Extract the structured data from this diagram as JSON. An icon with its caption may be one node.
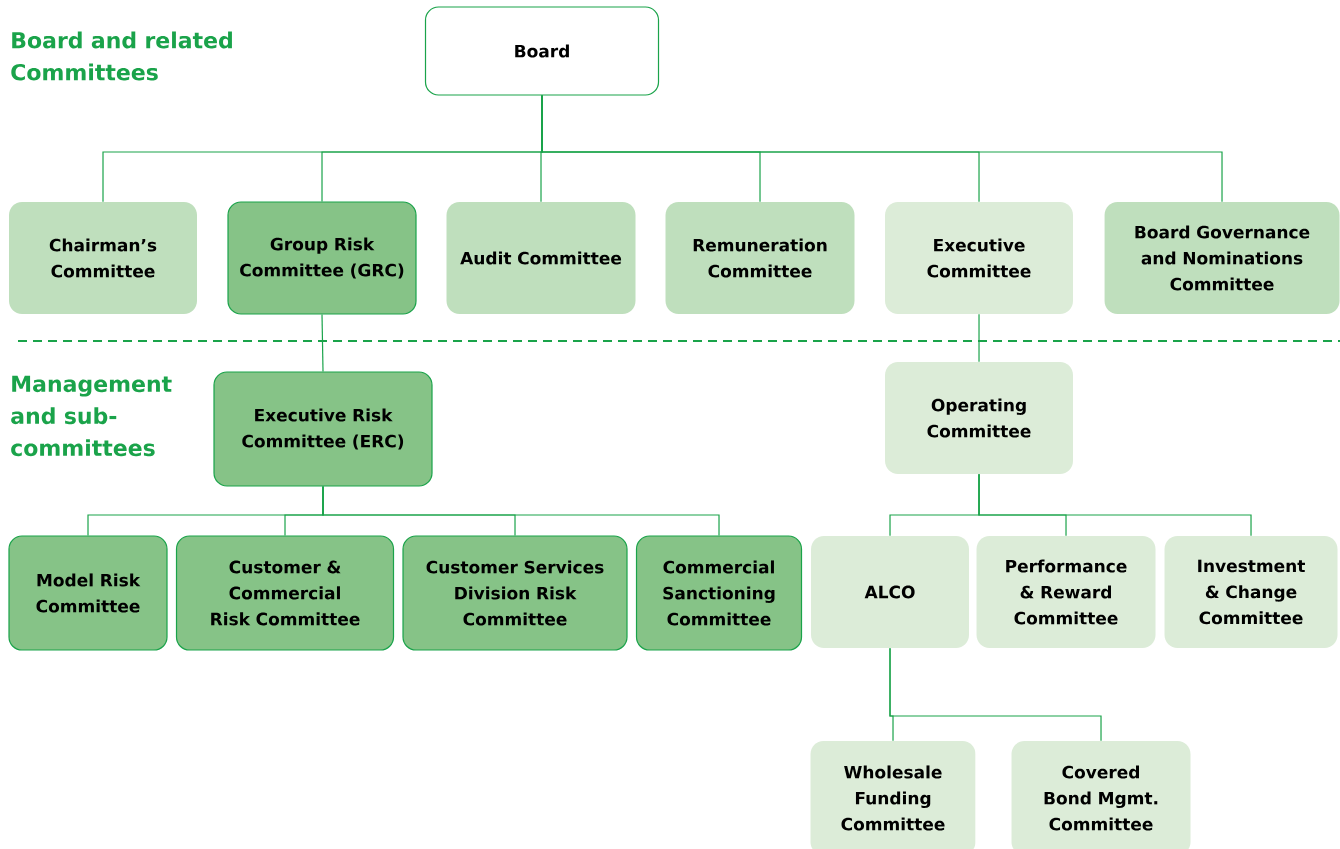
{
  "diagram": {
    "nodes": [
      {
        "text": [
          "Board"
        ]
      },
      {
        "text": [
          "Chairman’s Committee"
        ]
      },
      {
        "text": [
          "Group Risk Committee (GRC)"
        ]
      },
      {
        "text": [
          "Audit Committee"
        ]
      },
      {
        "text": [
          "Remuneration Committee"
        ]
      },
      {
        "text": [
          "Executive Committee"
        ]
      },
      {
        "text": [
          "Board Governance and Nominations Committee"
        ]
      },
      {
        "text": [
          "Executive Risk Committee (ERC)"
        ]
      },
      {
        "text": [
          "Operating Committee"
        ]
      },
      {
        "text": [
          "Model Risk Committee"
        ]
      },
      {
        "text": [
          "Customer & Commercial Risk Committee"
        ]
      },
      {
        "text": [
          "Customer Services Division Risk Committee"
        ]
      },
      {
        "text": [
          "Commercial Sanctioning Committee"
        ]
      },
      {
        "text": [
          "ALCO"
        ]
      },
      {
        "text": [
          "Performance & Reward Committee"
        ]
      },
      {
        "text": [
          "Investment & Change Committee"
        ]
      },
      {
        "text": [
          "Wholesale Funding Committee"
        ]
      },
      {
        "text": [
          "Covered Bond Mgmt. Committee"
        ]
      }
    ],
    "edges": [
      {
        "from": 0,
        "to": 1,
        "arrow": "none"
      },
      {
        "from": 0,
        "to": 2,
        "arrow": "none"
      },
      {
        "from": 0,
        "to": 3,
        "arrow": "none"
      },
      {
        "from": 0,
        "to": 4,
        "arrow": "none"
      },
      {
        "from": 0,
        "to": 5,
        "arrow": "none"
      },
      {
        "from": 0,
        "to": 6,
        "arrow": "none"
      },
      {
        "from": 2,
        "to": 7,
        "arrow": "none"
      },
      {
        "from": 5,
        "to": 8,
        "arrow": "none"
      },
      {
        "from": 7,
        "to": 9,
        "arrow": "none"
      },
      {
        "from": 7,
        "to": 10,
        "arrow": "none"
      },
      {
        "from": 7,
        "to": 11,
        "arrow": "none"
      },
      {
        "from": 7,
        "to": 12,
        "arrow": "none"
      },
      {
        "from": 8,
        "to": 13,
        "arrow": "none"
      },
      {
        "from": 8,
        "to": 14,
        "arrow": "none"
      },
      {
        "from": 8,
        "to": 15,
        "arrow": "none"
      },
      {
        "from": 13,
        "to": 16,
        "arrow": "none"
      },
      {
        "from": 13,
        "to": 17,
        "arrow": "none"
      }
    ],
    "labels": [
      "Board and related Committees",
      "Management and sub-committees"
    ]
  }
}
